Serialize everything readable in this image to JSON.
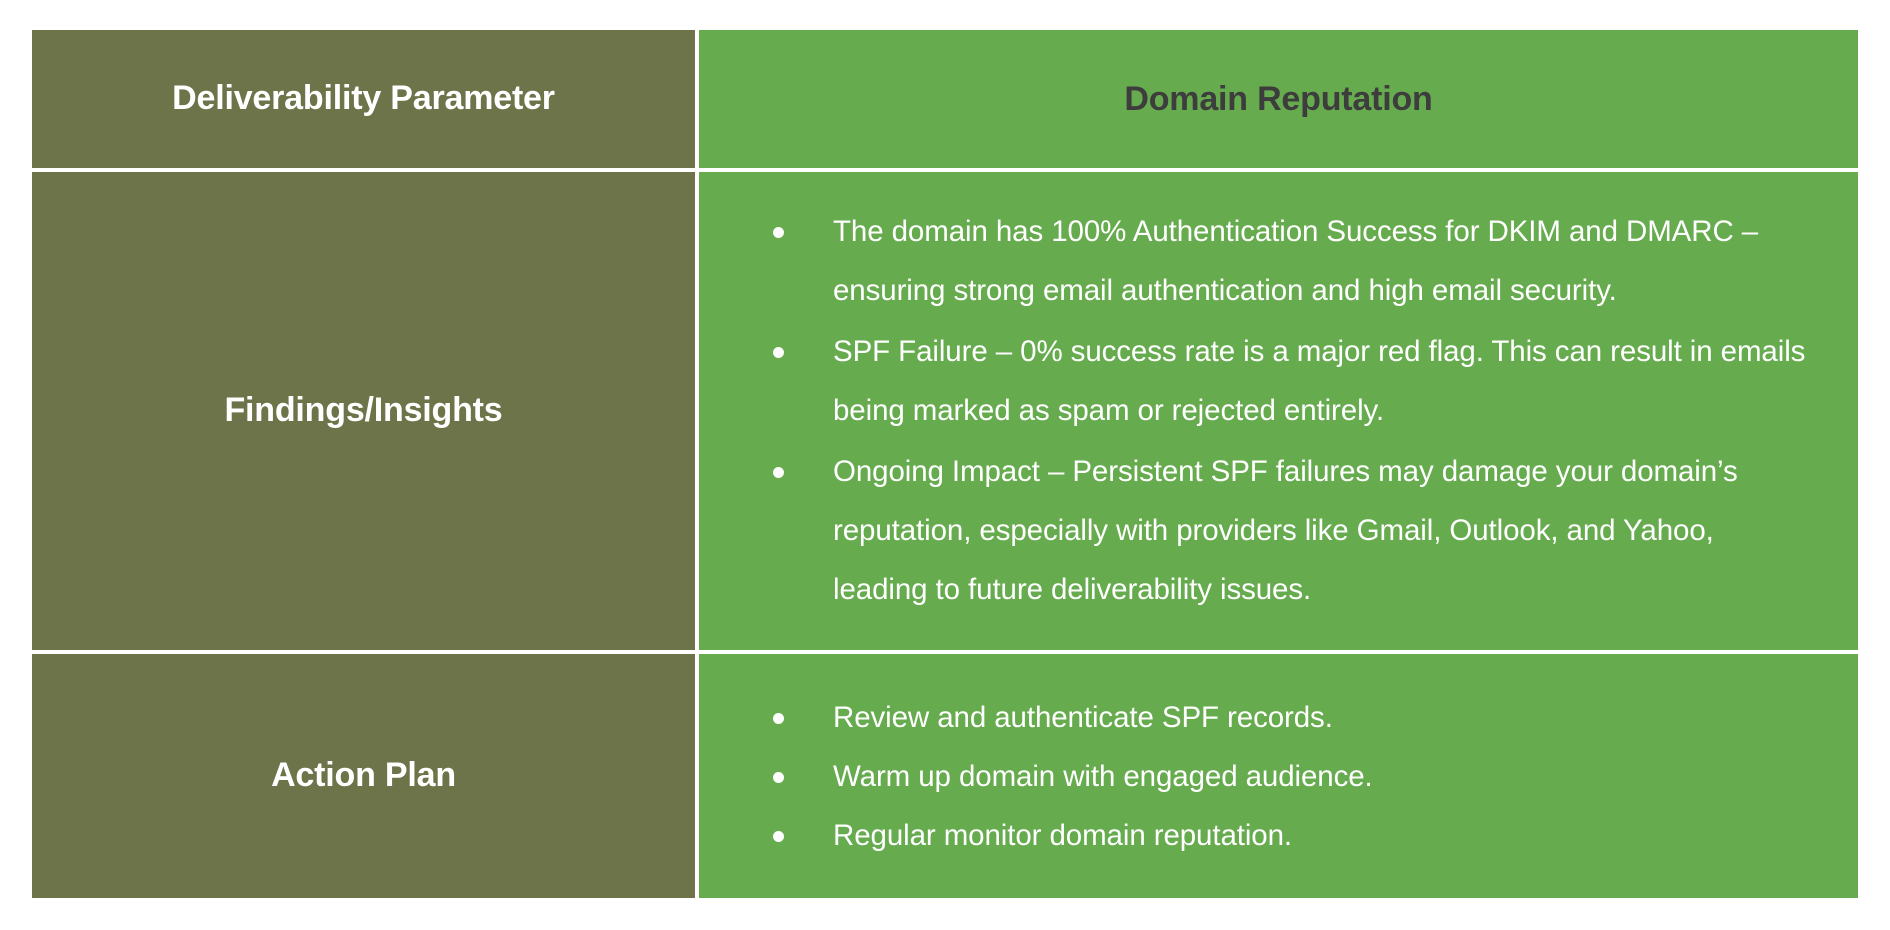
{
  "table": {
    "columns": [
      {
        "key": "parameter",
        "header": "Deliverability Parameter"
      },
      {
        "key": "value",
        "header": "Domain Reputation"
      }
    ],
    "colors": {
      "parameter_column_bg": "#6e7449",
      "value_column_bg": "#66ab4e",
      "header_value_text": "#3d3d3d",
      "body_text": "#ffffff",
      "gridline": "#ffffff",
      "page_bg": "#ffffff"
    },
    "rows": [
      {
        "parameter": "Findings/Insights",
        "bullets": [
          "The domain has 100% Authentication Success for DKIM and DMARC – ensuring strong email authentication and high email security.",
          "SPF Failure – 0% success rate is a major red flag. This can result in emails being marked as spam or rejected entirely.",
          "Ongoing Impact – Persistent SPF failures may damage your domain’s reputation, especially with providers like Gmail, Outlook, and Yahoo, leading to future deliverability issues."
        ]
      },
      {
        "parameter": "Action Plan",
        "bullets": [
          "Review and authenticate SPF records.",
          "Warm up domain with engaged audience.",
          "Regular monitor domain reputation."
        ]
      }
    ]
  }
}
